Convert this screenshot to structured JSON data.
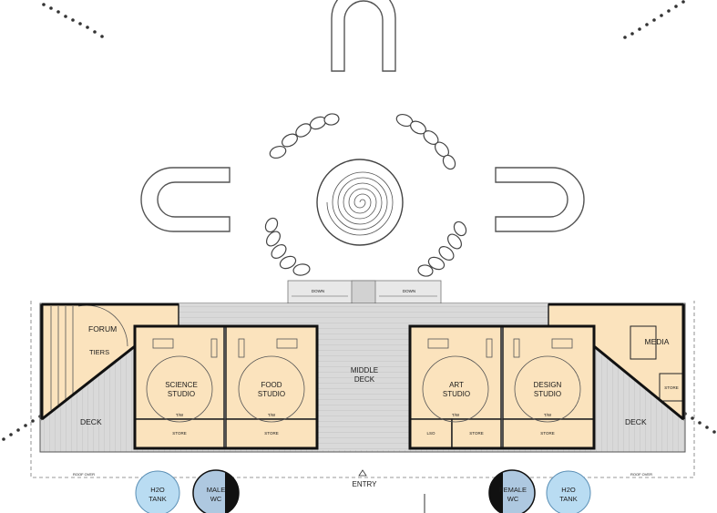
{
  "labels": {
    "forum": "FORUM",
    "tiers": "TIERS",
    "deck_left": "DECK",
    "deck_right": "DECK",
    "science_l1": "SCIENCE",
    "science_l2": "STUDIO",
    "food_l1": "FOOD",
    "food_l2": "STUDIO",
    "middle_l1": "MIDDLE",
    "middle_l2": "DECK",
    "art_l1": "ART",
    "art_l2": "STUDIO",
    "design_l1": "DESIGN",
    "design_l2": "STUDIO",
    "media": "MEDIA",
    "store_small": "STORE",
    "store_sci": "STORE",
    "store_food": "STORE",
    "store_art": "STORE",
    "store_design": "STORE",
    "lso": "LSO",
    "tw_sci": "T/W",
    "tw_food": "T/W",
    "tw_art": "T/W",
    "tw_design": "T/W",
    "down_left": "DOWN",
    "down_right": "DOWN",
    "roof_left": "ROOF OVER",
    "roof_right": "ROOF OVER",
    "entry": "ENTRY",
    "h2o_left_l1": "H2O",
    "h2o_left_l2": "TANK",
    "male_l1": "MALE",
    "male_l2": "WC",
    "female_l1": "FEMALE",
    "female_l2": "WC",
    "h2o_right_l1": "H2O",
    "h2o_right_l2": "TANK"
  },
  "colors": {
    "studio_fill": "#fbe3bd",
    "deck_fill": "#d7d7d7",
    "tank_fill": "#b9dcf2",
    "wc_fill": "#aec8e0"
  }
}
